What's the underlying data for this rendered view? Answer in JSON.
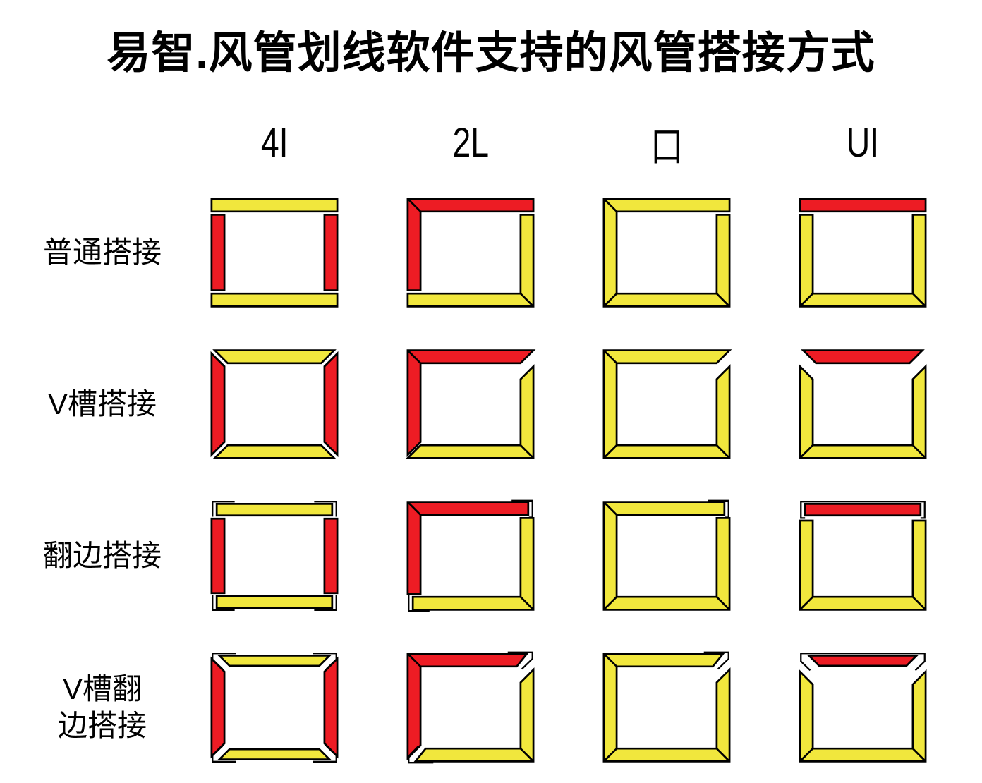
{
  "title": "易智.风管划线软件支持的风管搭接方式",
  "palette": {
    "red": "#ED1C24",
    "yellow": "#F1E73D",
    "outline": "#000000",
    "background": "#FFFFFF"
  },
  "columns": [
    {
      "label": "4I",
      "pieces": "4I",
      "sides": {
        "top": "yellow",
        "right": "red",
        "bottom": "yellow",
        "left": "red"
      }
    },
    {
      "label": "2L",
      "pieces": "2L",
      "sides": {
        "top": "red",
        "right": "yellow",
        "bottom": "yellow",
        "left": "red"
      }
    },
    {
      "label": "口",
      "pieces": "口",
      "sides": {
        "top": "yellow",
        "right": "yellow",
        "bottom": "yellow",
        "left": "yellow"
      }
    },
    {
      "label": "UI",
      "pieces": "UI",
      "sides": {
        "top": "red",
        "right": "yellow",
        "bottom": "yellow",
        "left": "yellow"
      }
    }
  ],
  "rows": [
    {
      "label": "普通搭接",
      "style": "plain"
    },
    {
      "label": "V槽搭接",
      "style": "v-groove"
    },
    {
      "label": "翻边搭接",
      "style": "flange"
    },
    {
      "label": "V槽翻边搭接",
      "label_lines": [
        "V槽翻",
        "边搭接"
      ],
      "style": "v-groove-flange"
    }
  ]
}
